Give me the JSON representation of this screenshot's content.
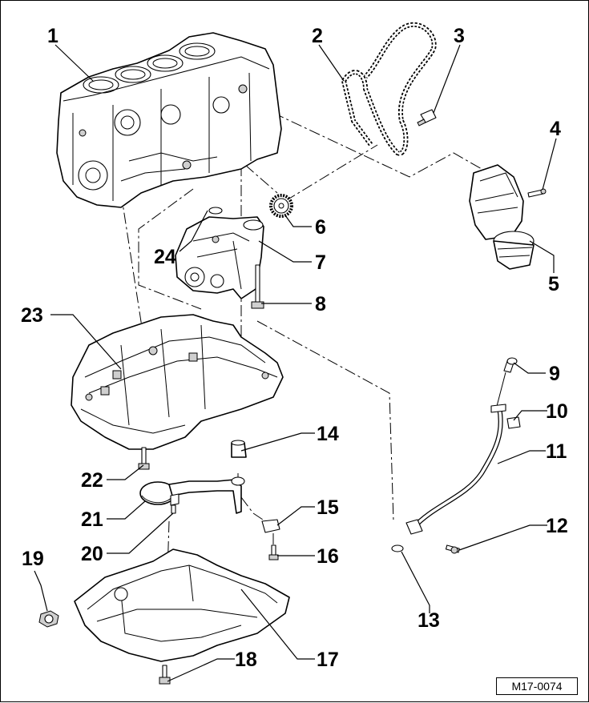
{
  "diagram": {
    "reference_code": "M17-0074",
    "callouts": [
      "1",
      "2",
      "3",
      "4",
      "5",
      "6",
      "7",
      "8",
      "9",
      "10",
      "11",
      "12",
      "13",
      "14",
      "15",
      "16",
      "17",
      "18",
      "19",
      "20",
      "21",
      "22",
      "23",
      "24"
    ]
  }
}
